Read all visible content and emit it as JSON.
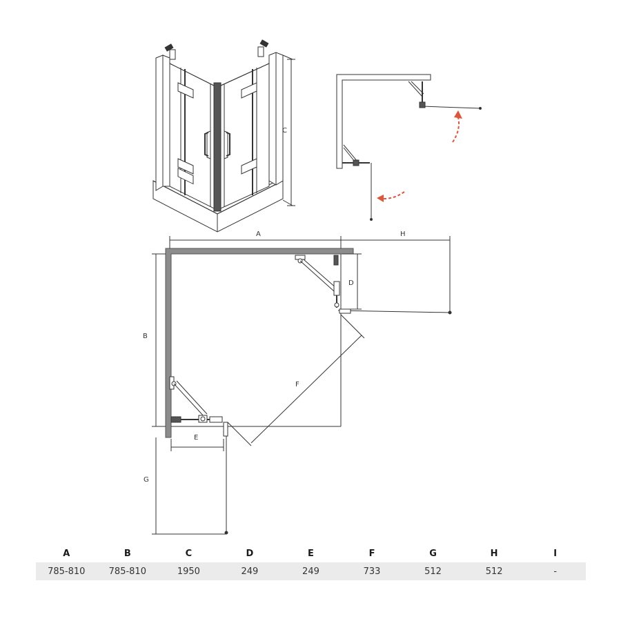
{
  "dimension_labels": {
    "a": "A",
    "b": "B",
    "c": "C",
    "d": "D",
    "e": "E",
    "f": "F",
    "g": "G",
    "h": "H"
  },
  "spec_table": {
    "headers": [
      "A",
      "B",
      "C",
      "D",
      "E",
      "F",
      "G",
      "H",
      "I"
    ],
    "values": [
      "785-810",
      "785-810",
      "1950",
      "249",
      "249",
      "733",
      "512",
      "512",
      "-"
    ]
  },
  "colors": {
    "line": "#333333",
    "wall": "#8c8c8c",
    "arrow": "#e0553a",
    "table_row": "#ebebeb"
  }
}
